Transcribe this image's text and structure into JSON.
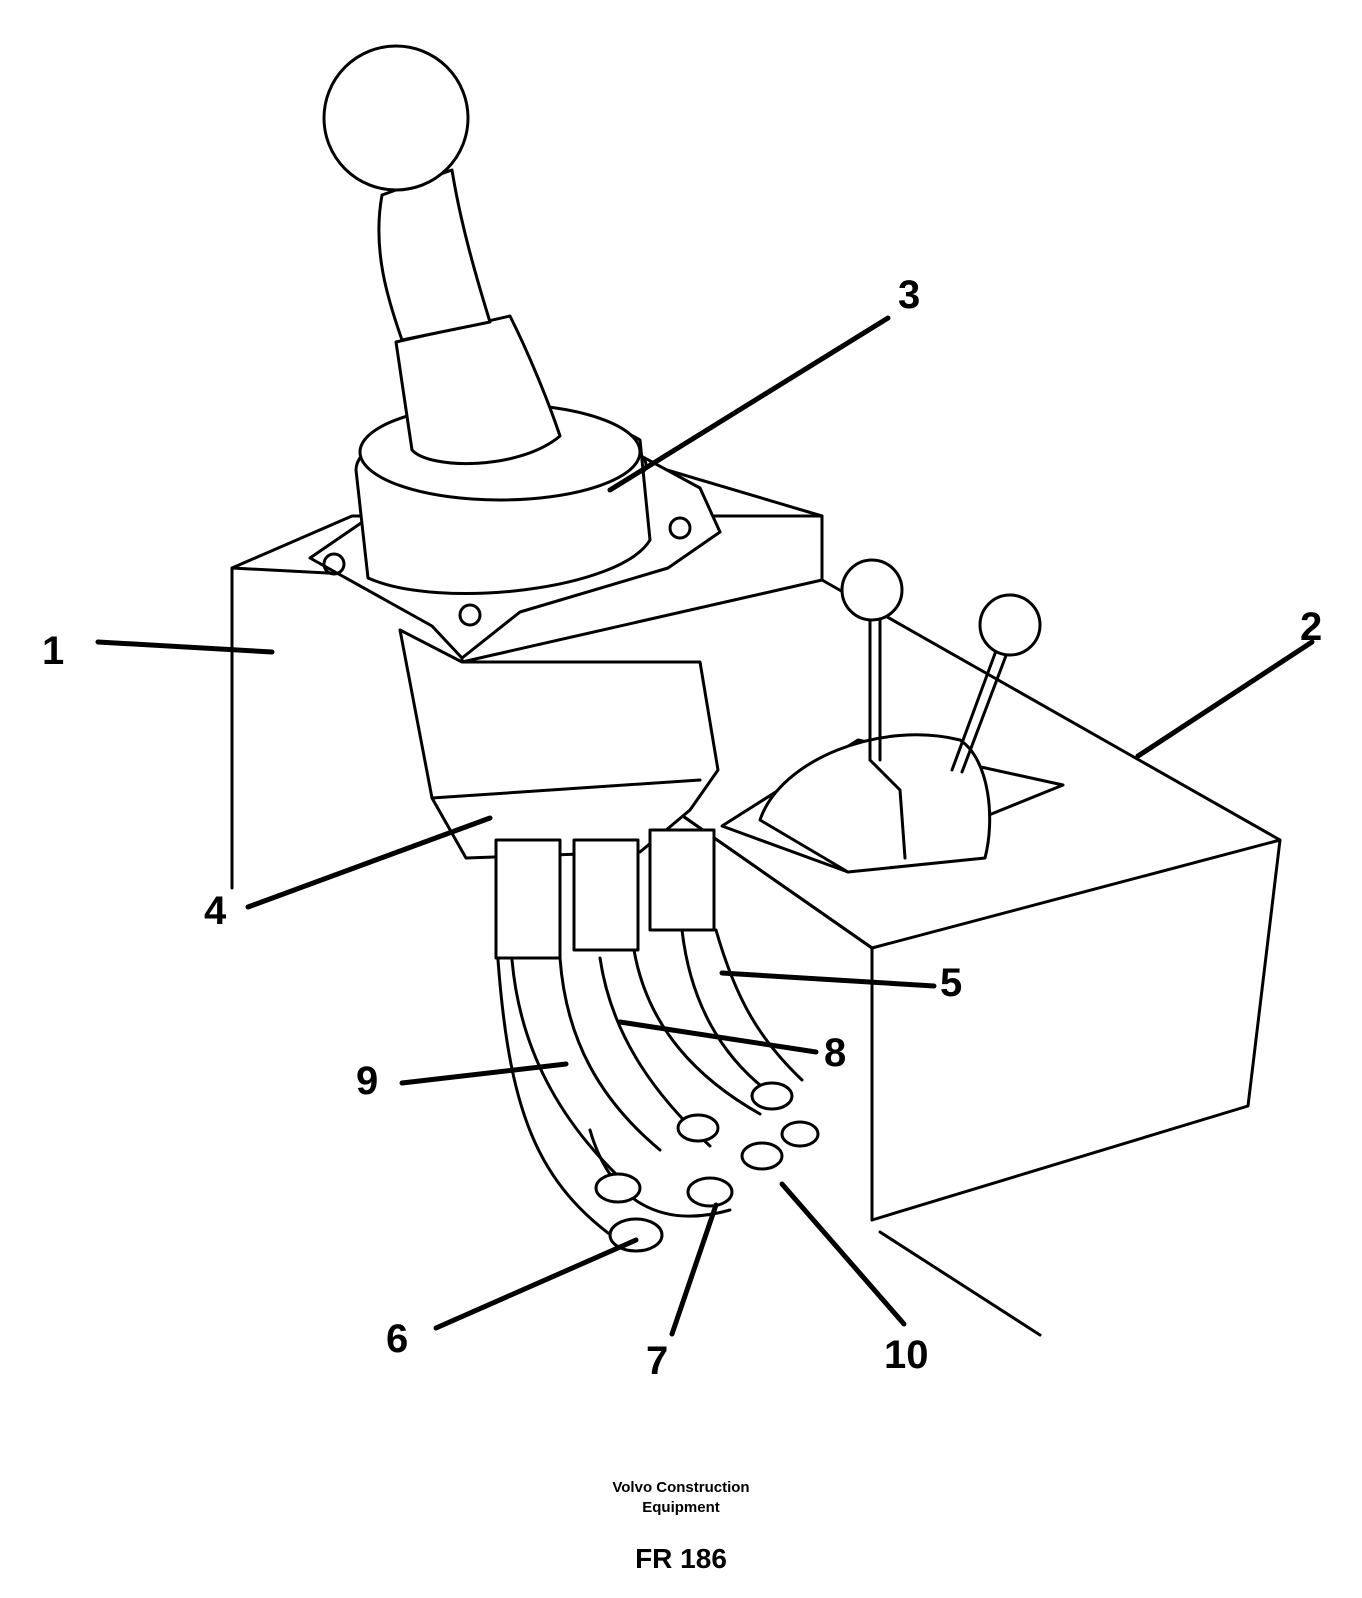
{
  "callouts": [
    "1",
    "2",
    "3",
    "4",
    "5",
    "6",
    "7",
    "8",
    "9",
    "10"
  ],
  "footer": {
    "line1": "Volvo Construction",
    "line2": "Equipment",
    "figure_id": "FR 186"
  }
}
